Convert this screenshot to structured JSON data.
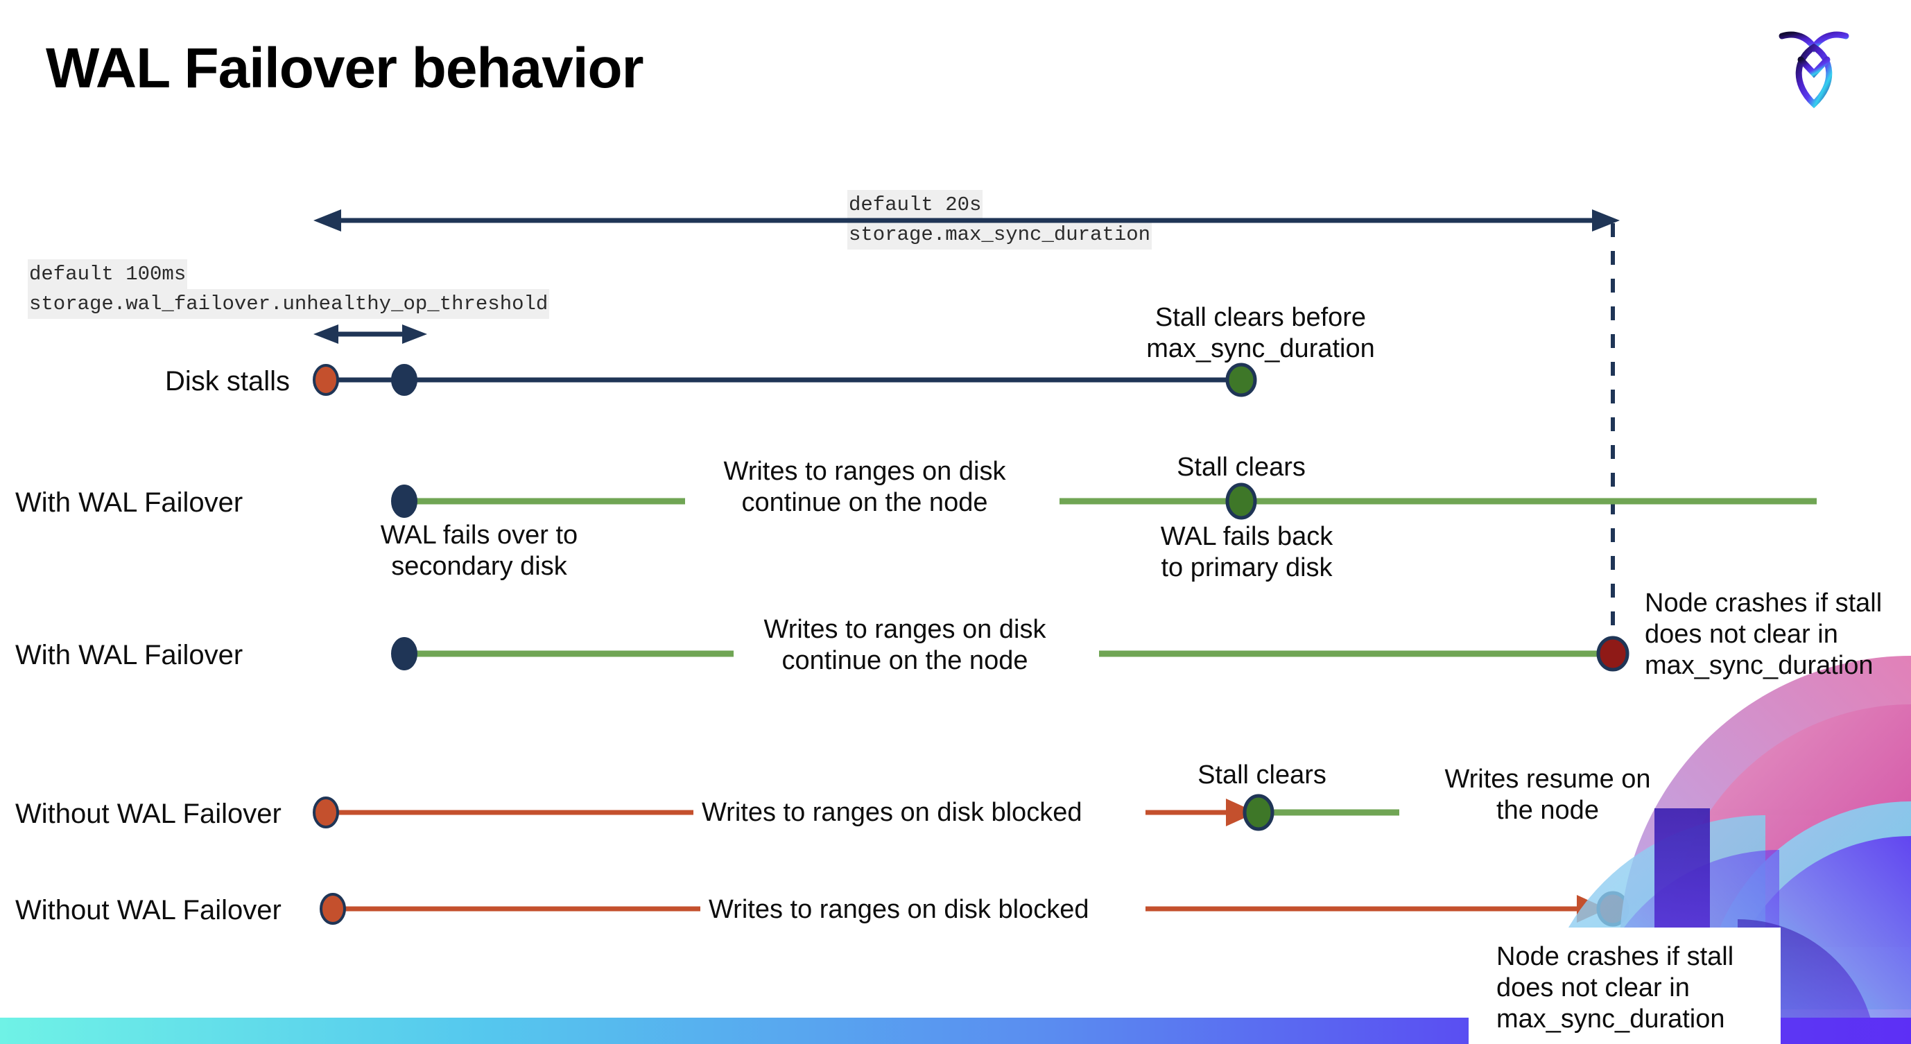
{
  "title": "WAL Failover behavior",
  "logo": {
    "name": "cockroachdb-logo"
  },
  "settings": {
    "unhealthy_op": {
      "default": "default 100ms",
      "name": "storage.wal_failover.unhealthy_op_threshold"
    },
    "max_sync": {
      "default": "default 20s",
      "name": "storage.max_sync_duration"
    }
  },
  "rows": [
    {
      "label": "Disk stalls"
    },
    {
      "label": "With WAL Failover"
    },
    {
      "label": "With WAL Failover"
    },
    {
      "label": "Without WAL Failover"
    },
    {
      "label": "Without WAL Failover"
    }
  ],
  "annotations": {
    "stall_clears_before": "Stall clears before\nmax_sync_duration",
    "stall_clears_1": "Stall clears",
    "stall_clears_2": "Stall clears",
    "writes_continue_1": "Writes to ranges on disk\ncontinue on the node",
    "writes_continue_2": "Writes to ranges on disk\ncontinue on the node",
    "wal_fails_over": "WAL fails over to\nsecondary disk",
    "wal_fails_back": "WAL fails  back\nto primary disk",
    "node_crashes_1": "Node crashes if stall\ndoes not clear in\nmax_sync_duration",
    "node_crashes_2": "Node crashes if stall\ndoes not clear in\nmax_sync_duration",
    "writes_blocked_1": "Writes to ranges on disk  blocked",
    "writes_blocked_2": "Writes to ranges on disk  blocked",
    "writes_resume": "Writes resume on\nthe node"
  },
  "colors": {
    "navy": "#1f3556",
    "green_line": "#70a554",
    "green_dot": "#3e7728",
    "orange": "#c4502d",
    "red_dot": "#8f1a17",
    "code_bg": "#efefef"
  }
}
